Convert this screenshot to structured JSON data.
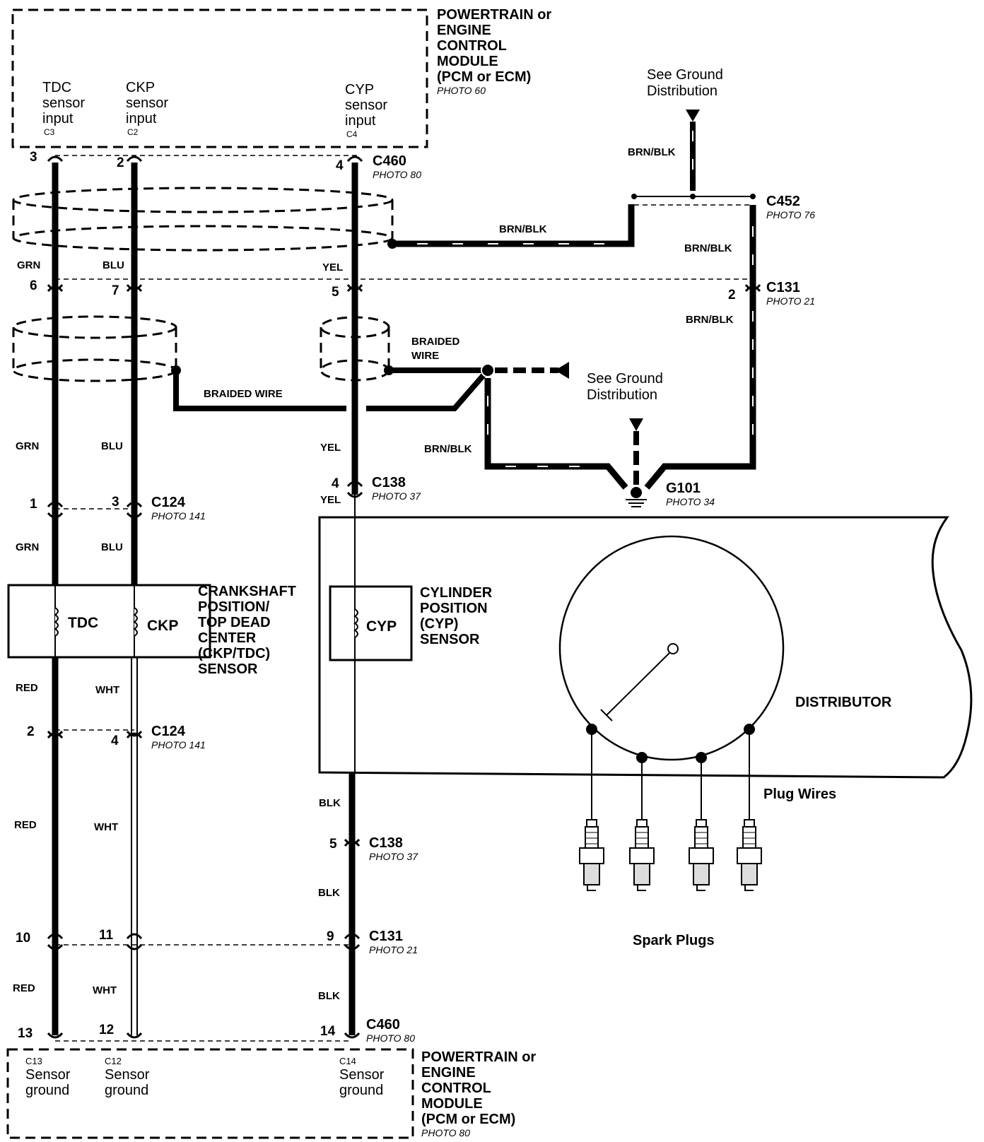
{
  "pcm_top": {
    "title_lines": [
      "POWERTRAIN or",
      "ENGINE",
      "CONTROL",
      "MODULE",
      "(PCM or ECM)"
    ],
    "photo": "PHOTO 60",
    "inputs": [
      {
        "lines": [
          "TDC",
          "sensor",
          "input"
        ],
        "pin": "C3"
      },
      {
        "lines": [
          "CKP",
          "sensor",
          "input"
        ],
        "pin": "C2"
      },
      {
        "lines": [
          "CYP",
          "sensor",
          "input"
        ],
        "pin": "C4"
      }
    ]
  },
  "pcm_bottom": {
    "title_lines": [
      "POWERTRAIN or",
      "ENGINE",
      "CONTROL",
      "MODULE",
      "(PCM or ECM)"
    ],
    "photo": "PHOTO 80",
    "inputs": [
      {
        "pin": "C13",
        "lines": [
          "Sensor",
          "ground"
        ]
      },
      {
        "pin": "C12",
        "lines": [
          "Sensor",
          "ground"
        ]
      },
      {
        "pin": "C14",
        "lines": [
          "Sensor",
          "ground"
        ]
      }
    ]
  },
  "connectors": {
    "c460_top": {
      "name": "C460",
      "photo": "PHOTO 80",
      "pins": [
        "3",
        "2",
        "4"
      ]
    },
    "c452": {
      "name": "C452",
      "photo": "PHOTO 76"
    },
    "c131_top": {
      "name": "C131",
      "photo": "PHOTO 21",
      "pins": [
        "6",
        "7",
        "5",
        "2"
      ]
    },
    "c138_top": {
      "name": "C138",
      "photo": "PHOTO 37",
      "pin": "4"
    },
    "c124_top": {
      "name": "C124",
      "photo": "PHOTO 141",
      "pins": [
        "1",
        "3"
      ]
    },
    "g101": {
      "name": "G101",
      "photo": "PHOTO 34"
    },
    "c124_bottom": {
      "name": "C124",
      "photo": "PHOTO 141",
      "pins": [
        "2",
        "4"
      ]
    },
    "c138_bottom": {
      "name": "C138",
      "photo": "PHOTO 37",
      "pin": "5"
    },
    "c131_bottom": {
      "name": "C131",
      "photo": "PHOTO 21",
      "pins": [
        "10",
        "11",
        "9"
      ]
    },
    "c460_bottom": {
      "name": "C460",
      "photo": "PHOTO 80",
      "pins": [
        "13",
        "12",
        "14"
      ]
    }
  },
  "wire_colors": {
    "grn": "GRN",
    "blu": "BLU",
    "yel": "YEL",
    "red": "RED",
    "wht": "WHT",
    "blk": "BLK",
    "brn_blk": "BRN/BLK"
  },
  "labels": {
    "see_ground_1": [
      "See Ground",
      "Distribution"
    ],
    "see_ground_2": [
      "See Ground",
      "Distribution"
    ],
    "braided_wire": "BRAIDED WIRE",
    "braided_wire_2": [
      "BRAIDED",
      "WIRE"
    ]
  },
  "ckp_sensor": {
    "box_tdc": "TDC",
    "box_ckp": "CKP",
    "title_lines": [
      "CRANKSHAFT",
      "POSITION/",
      "TOP DEAD",
      "CENTER",
      "(CKP/TDC)",
      "SENSOR"
    ]
  },
  "cyp_sensor": {
    "box_label": "CYP",
    "title_lines": [
      "CYLINDER",
      "POSITION",
      "(CYP)",
      "SENSOR"
    ]
  },
  "distributor": {
    "label": "DISTRIBUTOR",
    "plug_wires": "Plug Wires",
    "spark_plugs": "Spark Plugs"
  }
}
